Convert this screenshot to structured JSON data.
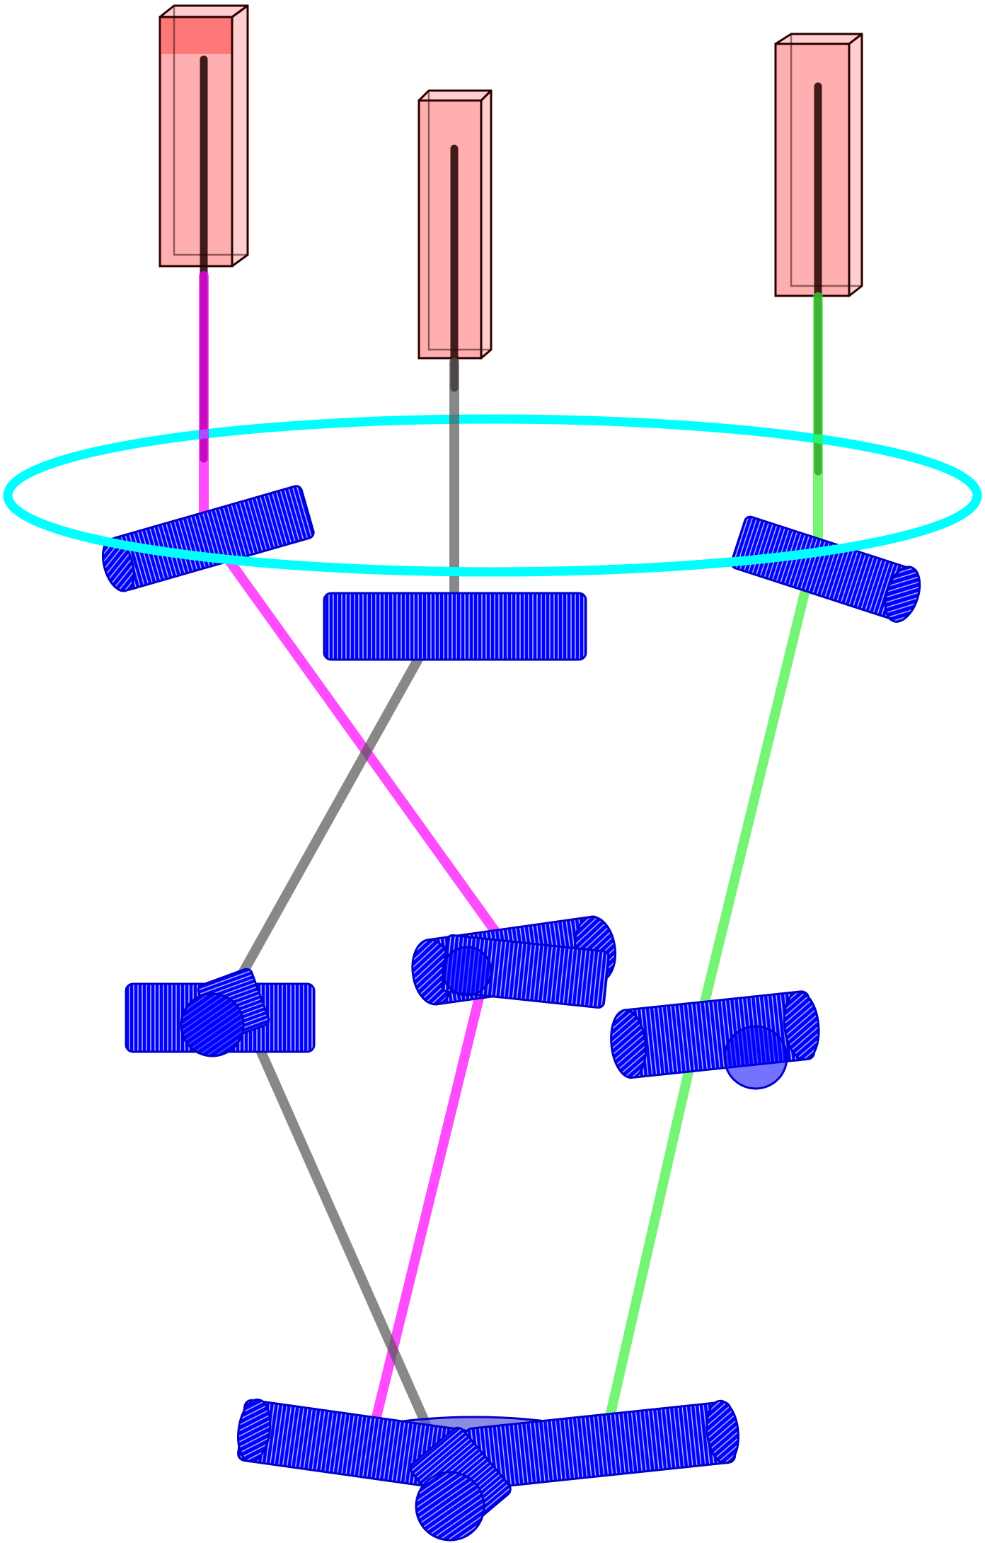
{
  "colors": {
    "background": "#ffffff",
    "actuator_fill": "#ff9494",
    "actuator_fill_top": "#ff6f6f",
    "actuator_stroke": "#2a0000",
    "ring": "#00ffff",
    "joint_fill": "#0000ff",
    "joint_stroke": "#0000c8",
    "joint_hatch": "#bfc4ff",
    "leg_magenta": "#ff00ff",
    "leg_gray": "#555555",
    "leg_green": "#3cf03c",
    "rod": "#200000",
    "platform_fill": "#5a5ad2"
  },
  "diagram": {
    "type": "delta-robot-3d-wireframe",
    "legs": [
      {
        "name": "magenta-leg",
        "color_key": "leg_magenta"
      },
      {
        "name": "gray-leg",
        "color_key": "leg_gray"
      },
      {
        "name": "green-leg",
        "color_key": "leg_green"
      }
    ],
    "actuator_count": 3,
    "joint_count": 7
  }
}
